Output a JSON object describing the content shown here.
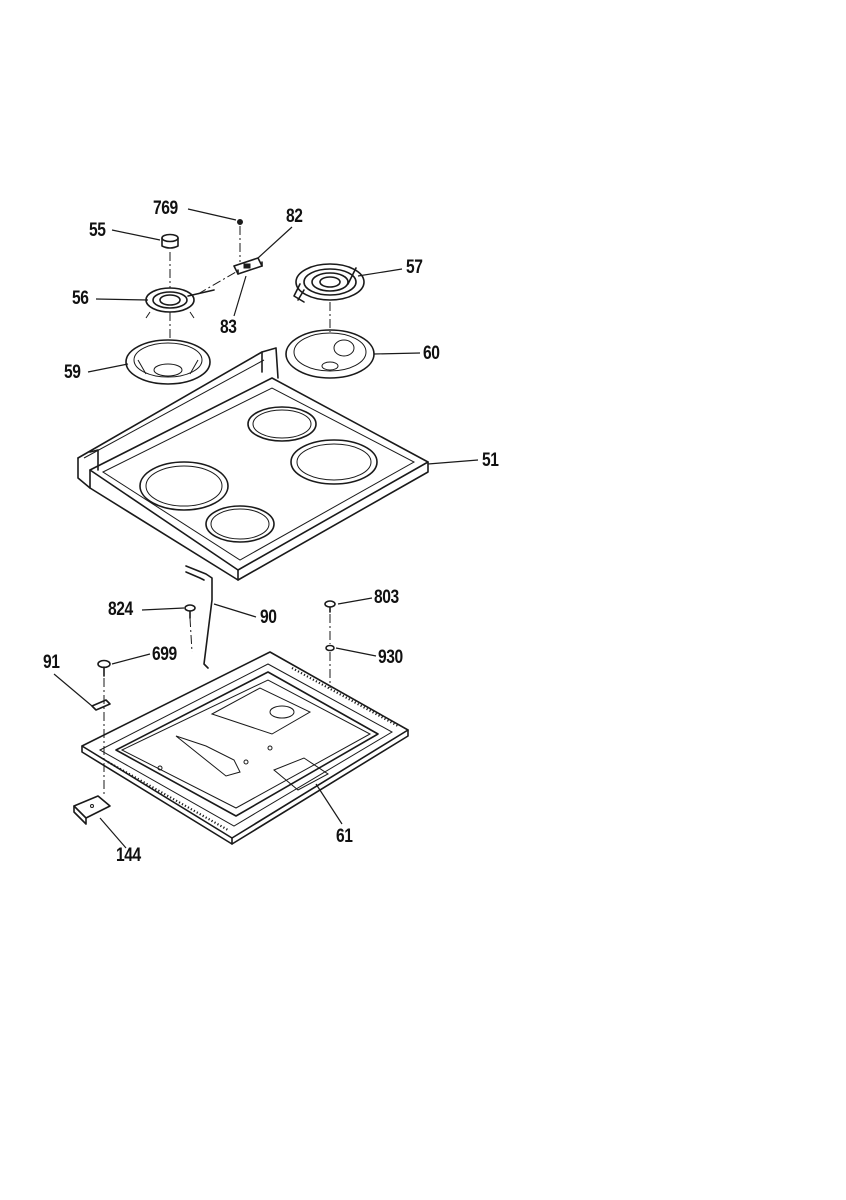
{
  "diagram": {
    "callouts": [
      {
        "id": "769",
        "text": "769"
      },
      {
        "id": "82",
        "text": "82"
      },
      {
        "id": "55",
        "text": "55"
      },
      {
        "id": "57",
        "text": "57"
      },
      {
        "id": "56",
        "text": "56"
      },
      {
        "id": "83",
        "text": "83"
      },
      {
        "id": "60",
        "text": "60"
      },
      {
        "id": "59",
        "text": "59"
      },
      {
        "id": "51",
        "text": "51"
      },
      {
        "id": "803",
        "text": "803"
      },
      {
        "id": "824",
        "text": "824"
      },
      {
        "id": "90",
        "text": "90"
      },
      {
        "id": "91",
        "text": "91"
      },
      {
        "id": "699",
        "text": "699"
      },
      {
        "id": "930",
        "text": "930"
      },
      {
        "id": "61",
        "text": "61"
      },
      {
        "id": "144",
        "text": "144"
      }
    ]
  }
}
